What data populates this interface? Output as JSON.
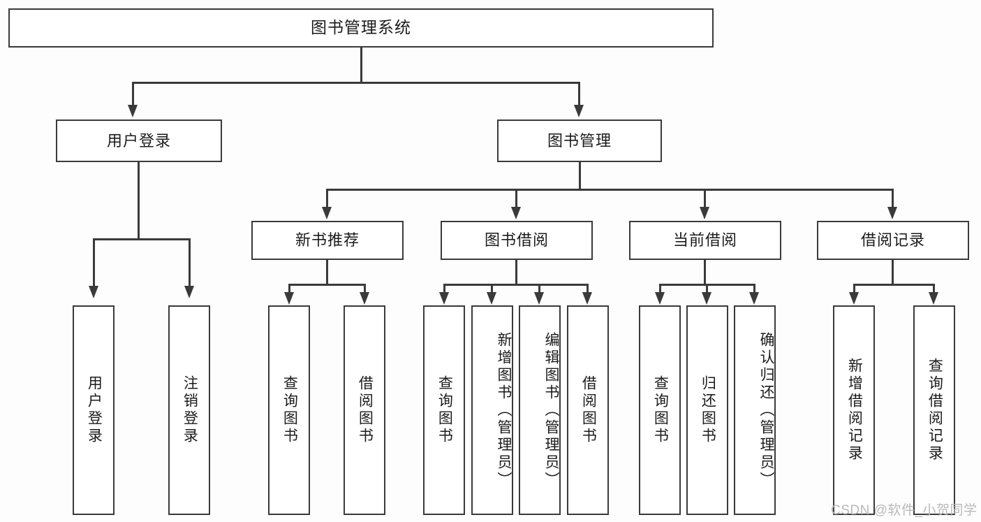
{
  "diagram": {
    "type": "tree-hierarchy",
    "title": "图书管理系统",
    "watermark": "CSDN @软件_小贺同学",
    "colors": {
      "line": "#3a3a3a",
      "box_fill": "#ffffff",
      "background": "#fdfdfd",
      "text": "#1b1b1b",
      "watermark": "#b9b9b9"
    },
    "nodes": {
      "root": {
        "label": "图书管理系统",
        "level": 1
      },
      "l2": [
        {
          "id": "user-login",
          "label": "用户登录",
          "level": 2
        },
        {
          "id": "book-manage",
          "label": "图书管理",
          "level": 2
        }
      ],
      "l3": [
        {
          "id": "new-book-rec",
          "label": "新书推荐",
          "level": 3,
          "parent": "book-manage"
        },
        {
          "id": "book-borrow",
          "label": "图书借阅",
          "level": 3,
          "parent": "book-manage"
        },
        {
          "id": "current-borrow",
          "label": "当前借阅",
          "level": 3,
          "parent": "book-manage"
        },
        {
          "id": "borrow-record",
          "label": "借阅记录",
          "level": 3,
          "parent": "book-manage"
        }
      ],
      "leaves": {
        "user_login": [
          {
            "id": "leaf-user-login",
            "label": "用户登录"
          },
          {
            "id": "leaf-logout",
            "label": "注销登录"
          }
        ],
        "new_book_rec": [
          {
            "id": "leaf-query-book-1",
            "label": "查询图书"
          },
          {
            "id": "leaf-borrow-book-1",
            "label": "借阅图书"
          }
        ],
        "book_borrow": [
          {
            "id": "leaf-query-book-2",
            "label": "查询图书"
          },
          {
            "id": "leaf-add-book",
            "label": "新增图书（管理员）"
          },
          {
            "id": "leaf-edit-book",
            "label": "编辑图书（管理员）"
          },
          {
            "id": "leaf-borrow-book-2",
            "label": "借阅图书"
          }
        ],
        "current_borrow": [
          {
            "id": "leaf-query-book-3",
            "label": "查询图书"
          },
          {
            "id": "leaf-return-book",
            "label": "归还图书"
          },
          {
            "id": "leaf-confirm-return",
            "label": "确认归还（管理员）"
          }
        ],
        "borrow_record": [
          {
            "id": "leaf-add-record",
            "label": "新增借阅记录"
          },
          {
            "id": "leaf-query-record",
            "label": "查询借阅记录"
          }
        ]
      }
    }
  }
}
